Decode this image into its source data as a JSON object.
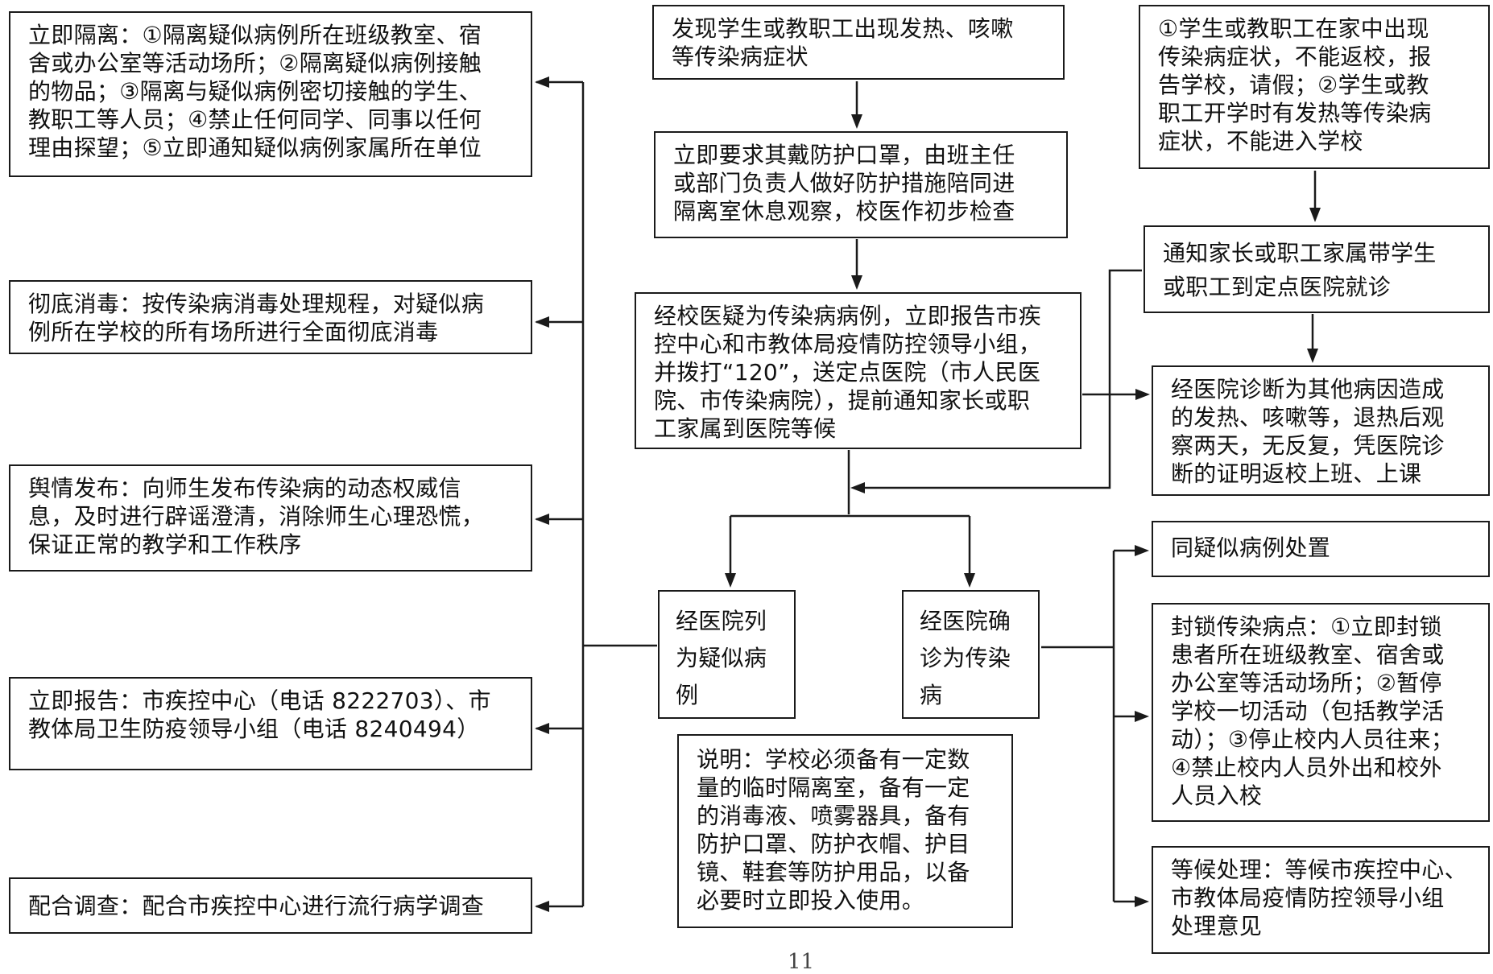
{
  "left_actions": {
    "isolation": "立即隔离：①隔离疑似病例所在班级教室、宿\n舍或办公室等活动场所；②隔离疑似病例接触\n的物品；③隔离与疑似病例密切接触的学生、\n教职工等人员；④禁止任何同学、同事以任何\n理由探望；⑤立即通知疑似病例家属所在单位",
    "disinfection": "彻底消毒：按传染病消毒处理规程，对疑似病\n例所在学校的所有场所进行全面彻底消毒",
    "public_info": "舆情发布：向师生发布传染病的动态权威信\n息，及时进行辟谣澄清，消除师生心理恐慌，\n保证正常的教学和工作秩序",
    "report": "立即报告：市疾控中心（电话 8222703）、市\n教体局卫生防疫领导小组（电话 8240494）",
    "investigation": "配合调查：配合市疾控中心进行流行病学调查"
  },
  "center_flow": {
    "discover": "发现学生或教职工出现发热、咳嗽\n等传染病症状",
    "mask": "立即要求其戴防护口罩，由班主任\n或部门负责人做好防护措施陪同进\n隔离室休息观察，校医作初步检查",
    "suspect": "经校医疑为传染病病例，立即报告市疾\n控中心和市教体局疫情防控领导小组，\n并拨打“120”，送定点医院（市人民医\n院、市传染病院），提前通知家长或职\n工家属到医院等候",
    "suspected_case": "经医院列\n为疑似病\n例",
    "confirmed_case": "经医院确\n诊为传染\n病",
    "note": "说明：学校必须备有一定数\n量的临时隔离室，备有一定\n的消毒液、喷雾器具，备有\n防护口罩、防护衣帽、护目\n镜、鞋套等防护用品，以备\n必要时立即投入使用。"
  },
  "right_branch": {
    "home_symptoms": "①学生或教职工在家中出现\n传染病症状，不能返校，报\n告学校，请假；②学生或教\n职工开学时有发热等传染病\n症状，不能进入学校",
    "notify_parents": "通知家长或职工家属带学生\n或职工到定点医院就诊",
    "other_disease": "经医院诊断为其他病因造成\n的发热、咳嗽等，退热后观\n察两天，无反复，凭医院诊\n断的证明返校上班、上课"
  },
  "confirmed_actions": {
    "same_as_suspected": "同疑似病例处置",
    "lockdown": "封锁传染病点：①立即封锁\n患者所在班级教室、宿舍或\n办公室等活动场所；②暂停\n学校一切活动（包括教学活\n动）；③停止校内人员往来；\n④禁止校内人员外出和校外\n人员入校",
    "await": "等候处理：等候市疾控中心、\n市教体局疫情防控领导小组\n处理意见"
  },
  "page_number": "11"
}
